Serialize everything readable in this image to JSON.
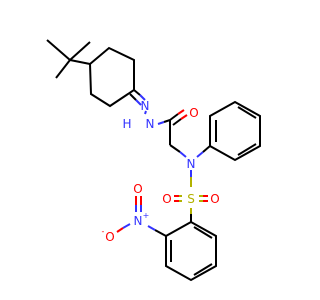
{
  "atom_labels": {
    "n_imine": "N",
    "n_hydrazide": "N",
    "h_hydrazide": "H",
    "o_amide": "O",
    "n_amine": "N",
    "s_sulfonyl": "S",
    "o_sulfonyl_left": "O",
    "o_sulfonyl_right": "O",
    "n_nitro": "N",
    "n_nitro_charge": "+",
    "o_nitro_top": "O",
    "o_nitro_minus": "O",
    "o_nitro_charge": "-"
  },
  "colors": {
    "carbon_bond": "#000000",
    "nitrogen": "#3333ff",
    "oxygen": "#ff0000",
    "sulfur": "#b2b200",
    "background": "#ffffff"
  }
}
